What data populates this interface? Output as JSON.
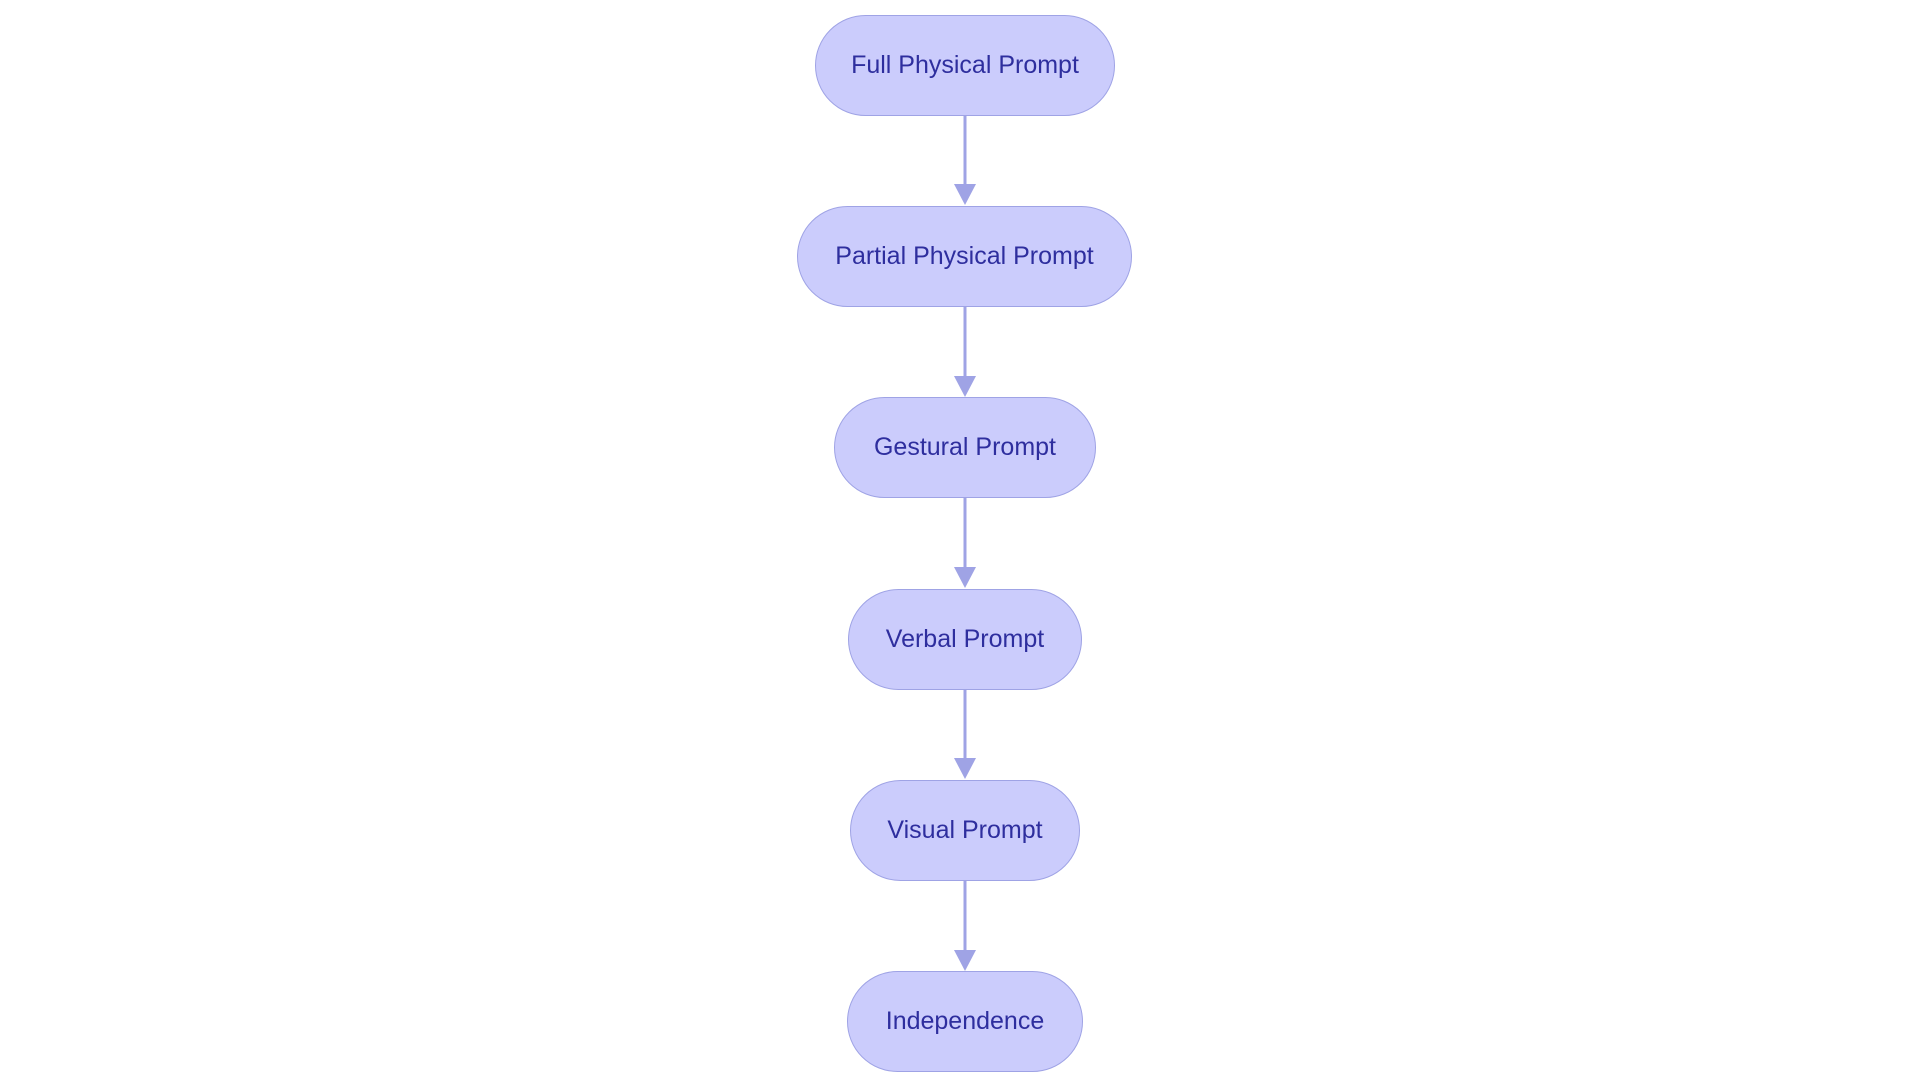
{
  "colors": {
    "node_fill": "#CBCCFC",
    "node_border": "#9FA3E5",
    "node_text": "#2E2E9E",
    "edge": "#9FA3E5",
    "background": "#FFFFFF"
  },
  "nodes": [
    {
      "id": "full-physical",
      "label": "Full Physical Prompt"
    },
    {
      "id": "partial-physical",
      "label": "Partial Physical Prompt"
    },
    {
      "id": "gestural",
      "label": "Gestural Prompt"
    },
    {
      "id": "verbal",
      "label": "Verbal Prompt"
    },
    {
      "id": "visual",
      "label": "Visual Prompt"
    },
    {
      "id": "independence",
      "label": "Independence"
    }
  ],
  "edges": [
    {
      "from": "full-physical",
      "to": "partial-physical"
    },
    {
      "from": "partial-physical",
      "to": "gestural"
    },
    {
      "from": "gestural",
      "to": "verbal"
    },
    {
      "from": "verbal",
      "to": "visual"
    },
    {
      "from": "visual",
      "to": "independence"
    }
  ]
}
